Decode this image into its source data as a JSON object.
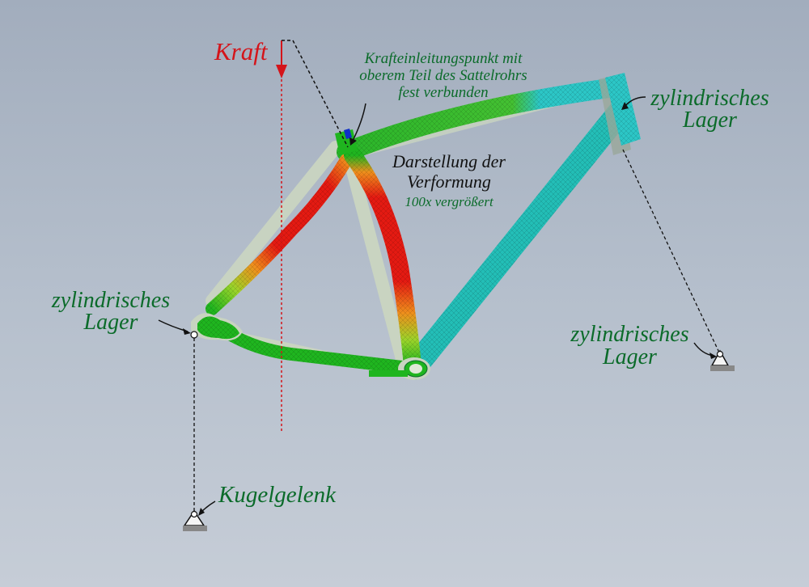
{
  "labels": {
    "force": "Kraft",
    "load_point_line1": "Krafteinleitungspunkt mit",
    "load_point_line2": "oberem Teil des Sattelrohrs",
    "load_point_line3": "fest verbunden",
    "deformation_line1": "Darstellung der",
    "deformation_line2": "Verformung",
    "deformation_line3": "100x vergrößert",
    "bearing_head_line1": "zylindrisches",
    "bearing_head_line2": "Lager",
    "bearing_rear_line1": "zylindrisches",
    "bearing_rear_line2": "Lager",
    "bearing_front_line1": "zylindrisches",
    "bearing_front_line2": "Lager",
    "ball_joint": "Kugelgelenk"
  },
  "colors": {
    "label_green": "#0b6b2a",
    "force_red": "#d4141a",
    "stress_green": "#1fb51f",
    "stress_cyan": "#2cc6c6",
    "stress_orange": "#ef8f1c",
    "stress_red": "#e41a12",
    "undeformed_gray": "#c8d4c0"
  }
}
